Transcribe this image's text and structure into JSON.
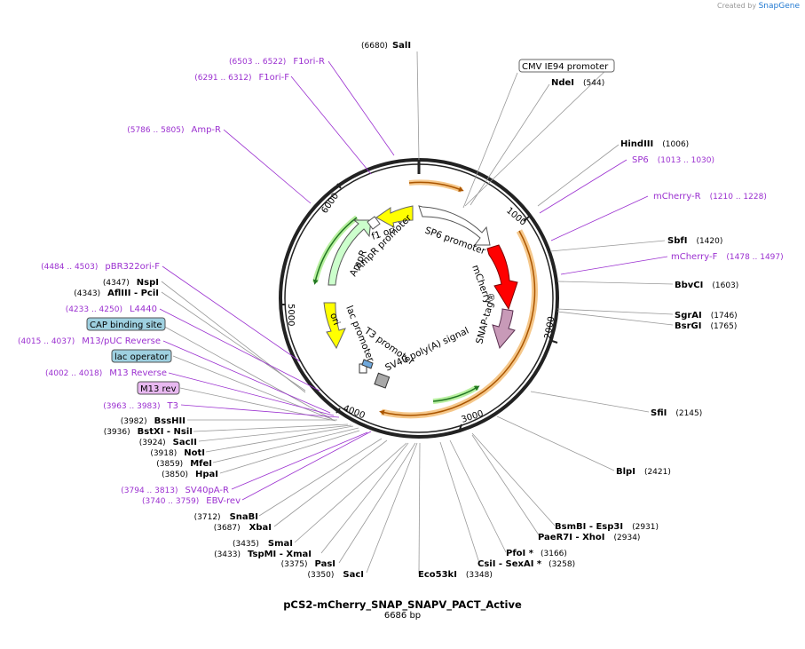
{
  "header": {
    "credit_text": "Created by",
    "credit_brand": "SnapGene"
  },
  "plasmid": {
    "name": "pCS2-mCherry_SNAP_SNAPV_PACT_Active",
    "size_label": "6686 bp",
    "length": 6686
  },
  "ruler": [
    "1000",
    "2000",
    "3000",
    "4000",
    "5000",
    "6000"
  ],
  "enzymes": [
    {
      "name": "SalI",
      "pos": "(6680)"
    },
    {
      "name": "NdeI",
      "pos": "(544)"
    },
    {
      "name": "HindIII",
      "pos": "(1006)"
    },
    {
      "name": "SbfI",
      "pos": "(1420)"
    },
    {
      "name": "BbvCI",
      "pos": "(1603)"
    },
    {
      "name": "SgrAI",
      "pos": "(1746)"
    },
    {
      "name": "BsrGI",
      "pos": "(1765)"
    },
    {
      "name": "SfiI",
      "pos": "(2145)"
    },
    {
      "name": "BlpI",
      "pos": "(2421)"
    },
    {
      "name": "BsmBI  - Esp3I",
      "pos": "(2931)"
    },
    {
      "name": "PaeR7I  - XhoI",
      "pos": "(2934)"
    },
    {
      "name": "PfoI *",
      "pos": "(3166)"
    },
    {
      "name": "CsiI  - SexAI *",
      "pos": "(3258)"
    },
    {
      "name": "Eco53kI",
      "pos": "(3348)"
    },
    {
      "name": "SacI",
      "pos": "(3350)"
    },
    {
      "name": "PasI",
      "pos": "(3375)"
    },
    {
      "name": "TspMI  - XmaI",
      "pos": "(3433)"
    },
    {
      "name": "SmaI",
      "pos": "(3435)"
    },
    {
      "name": "XbaI",
      "pos": "(3687)"
    },
    {
      "name": "SnaBI",
      "pos": "(3712)"
    },
    {
      "name": "HpaI",
      "pos": "(3850)"
    },
    {
      "name": "MfeI",
      "pos": "(3859)"
    },
    {
      "name": "NotI",
      "pos": "(3918)"
    },
    {
      "name": "SacII",
      "pos": "(3924)"
    },
    {
      "name": "BstXI  - NsiI",
      "pos": "(3936)"
    },
    {
      "name": "BssHII",
      "pos": "(3982)"
    },
    {
      "name": "AflIII  - PciI",
      "pos": "(4343)"
    },
    {
      "name": "NspI",
      "pos": "(4347)"
    }
  ],
  "primers": [
    {
      "name": "F1ori-R",
      "pos": "(6503 .. 6522)"
    },
    {
      "name": "F1ori-F",
      "pos": "(6291 .. 6312)"
    },
    {
      "name": "Amp-R",
      "pos": "(5786 .. 5805)"
    },
    {
      "name": "SP6",
      "pos": "(1013 .. 1030)"
    },
    {
      "name": "mCherry-R",
      "pos": "(1210 .. 1228)"
    },
    {
      "name": "mCherry-F",
      "pos": "(1478 .. 1497)"
    },
    {
      "name": "pBR322ori-F",
      "pos": "(4484 .. 4503)"
    },
    {
      "name": "L4440",
      "pos": "(4233 .. 4250)"
    },
    {
      "name": "M13/pUC Reverse",
      "pos": "(4015 .. 4037)"
    },
    {
      "name": "M13 Reverse",
      "pos": "(4002 .. 4018)"
    },
    {
      "name": "T3",
      "pos": "(3963 .. 3983)"
    },
    {
      "name": "SV40pA-R",
      "pos": "(3794 .. 3813)"
    },
    {
      "name": "EBV-rev",
      "pos": "(3740 .. 3759)"
    }
  ],
  "boxed_features": [
    {
      "name": "CMV IE94 promoter",
      "color": "#ffffff"
    },
    {
      "name": "CAP binding site",
      "color": "#9ed0e0"
    },
    {
      "name": "lac operator",
      "color": "#9ed0e0"
    },
    {
      "name": "M13 rev",
      "color": "#e8b8f0"
    }
  ],
  "features": [
    {
      "name": "SP6 promoter",
      "color": "#ffffff"
    },
    {
      "name": "mCherry",
      "color": "#ff0000"
    },
    {
      "name": "SNAP-tag®",
      "color": "#c89ab8"
    },
    {
      "name": "SV40 poly(A) signal",
      "color": "#a9a9a9"
    },
    {
      "name": "T3 promoter",
      "color": "#ffffff"
    },
    {
      "name": "lac promoter",
      "color": "#ffffff"
    },
    {
      "name": "ori",
      "color": "#ffff00"
    },
    {
      "name": "AmpR",
      "color": "#ccffcc"
    },
    {
      "name": "AmpR promoter",
      "color": "#ffffff"
    },
    {
      "name": "f1 ori",
      "color": "#ffff00"
    }
  ]
}
